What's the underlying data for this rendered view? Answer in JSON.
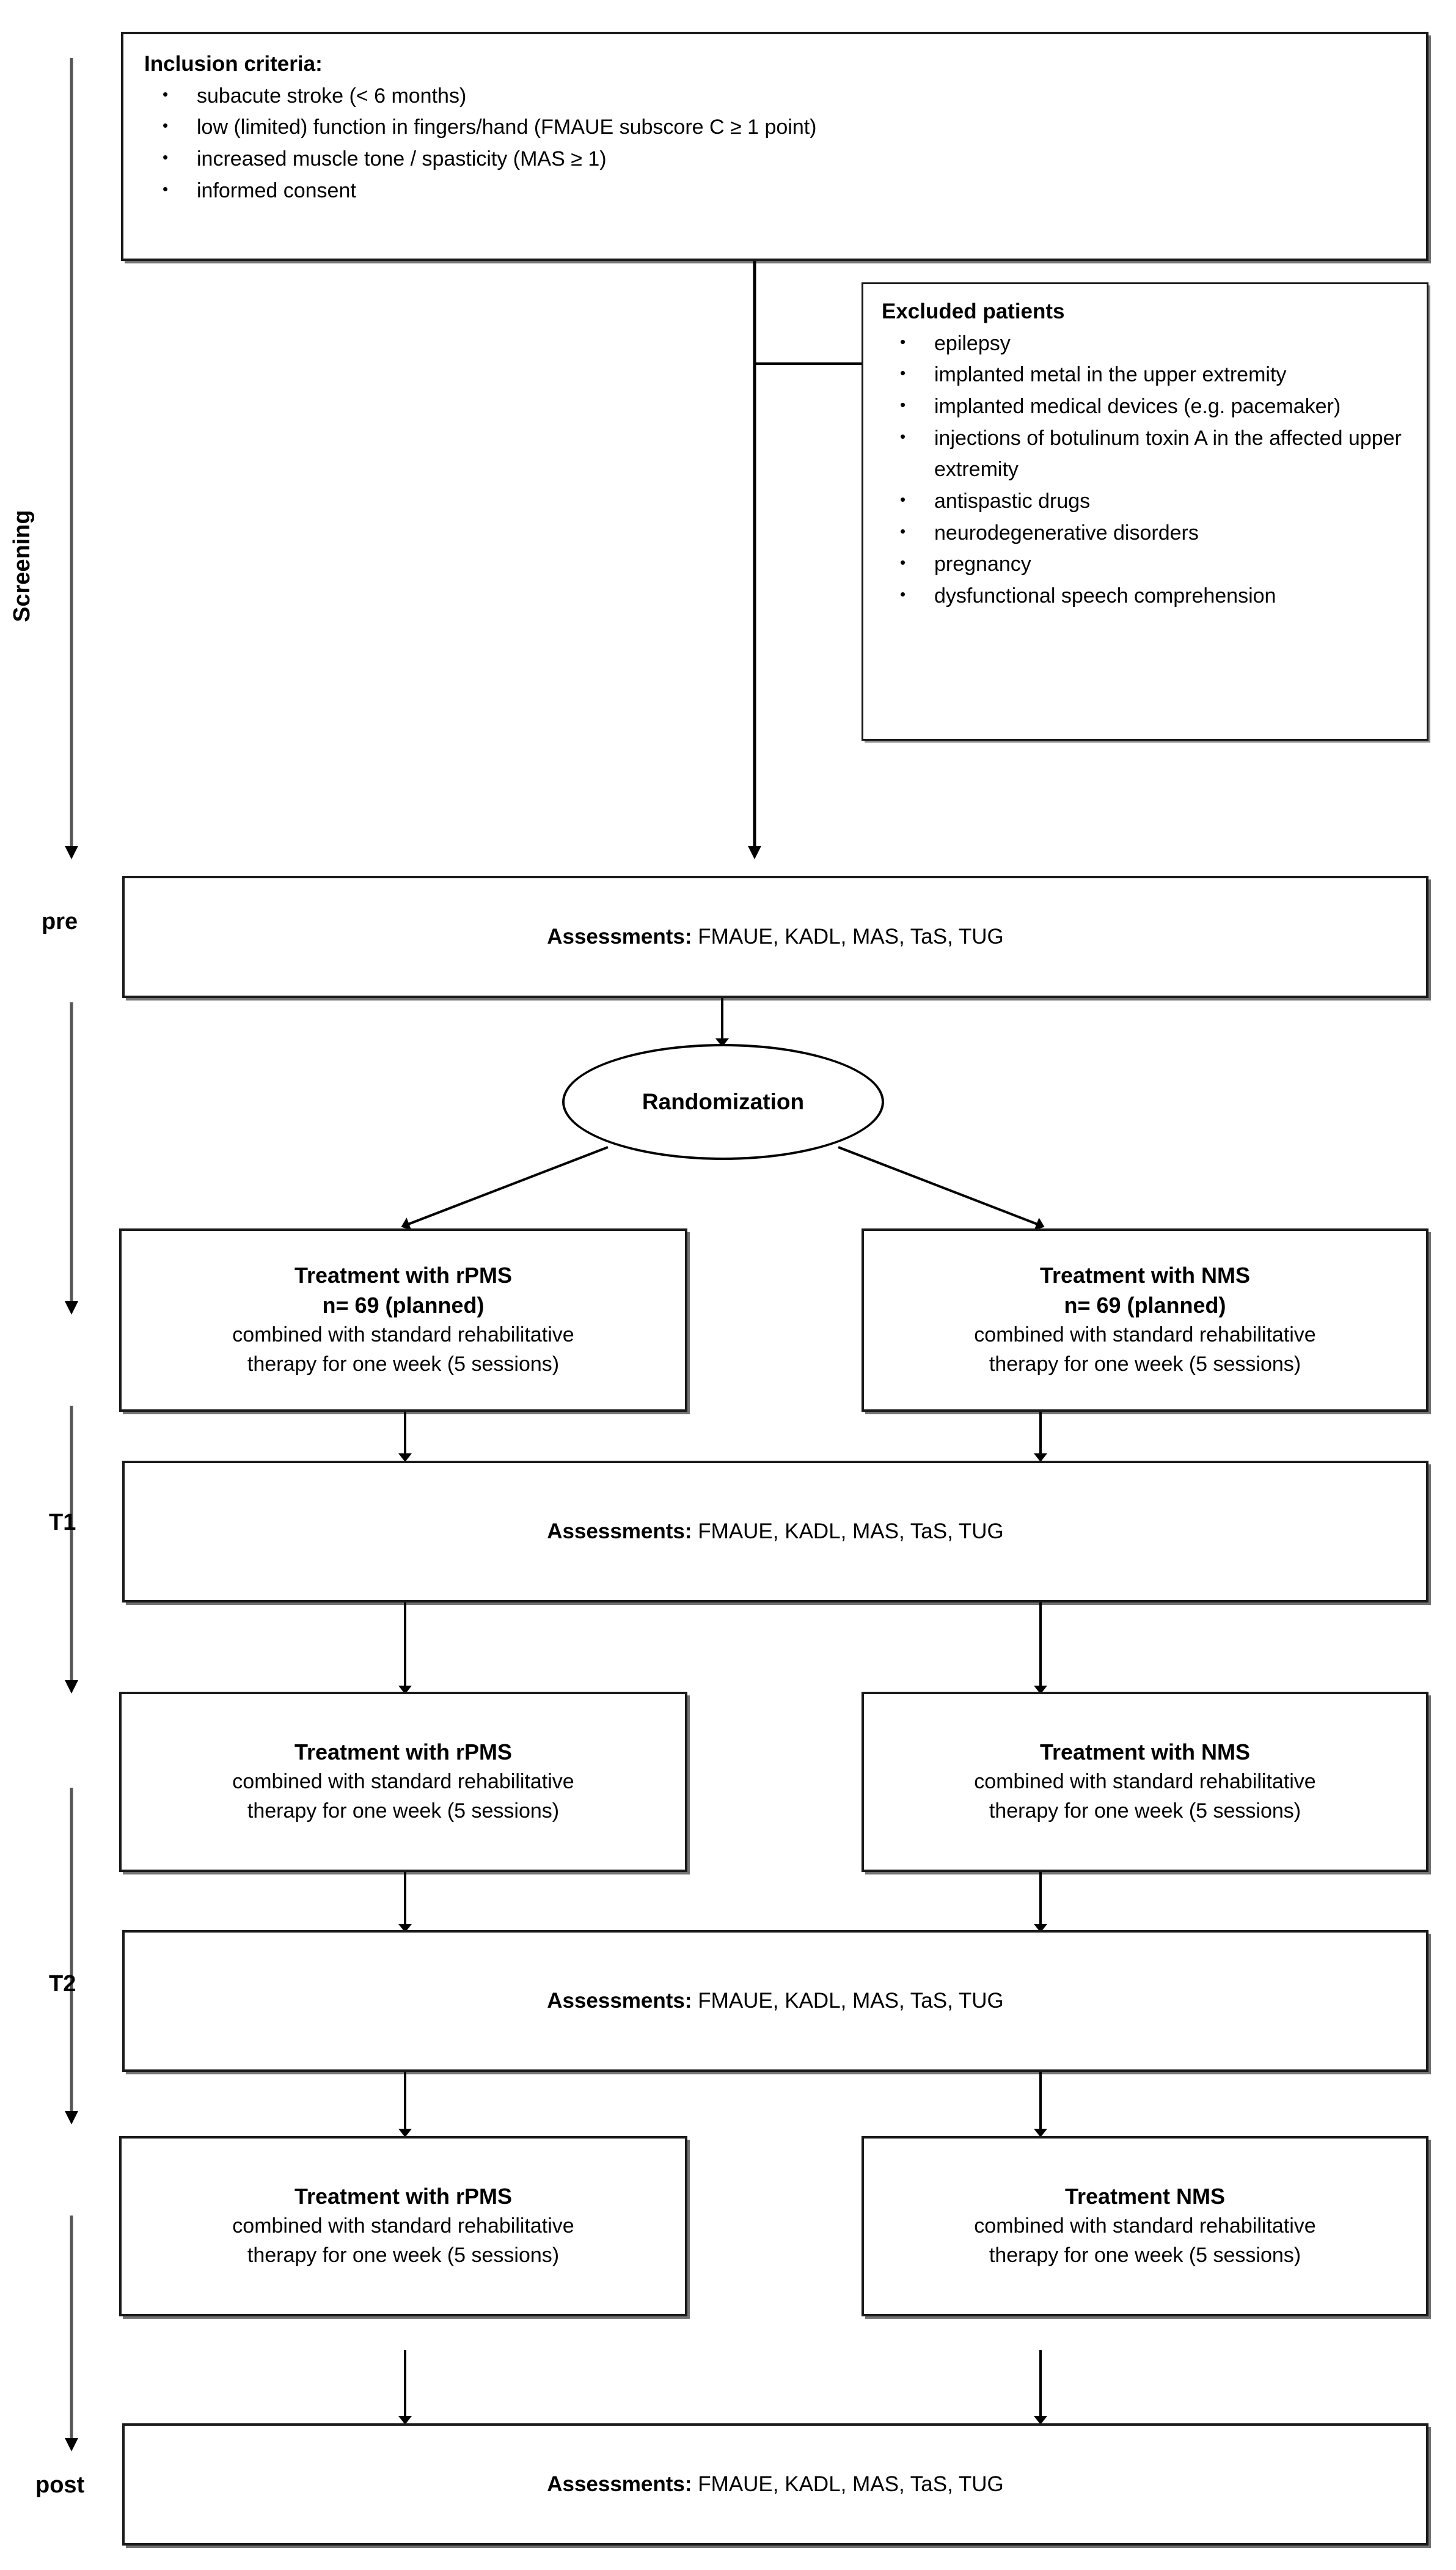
{
  "diagram": {
    "title_absent": true,
    "phases": [
      {
        "id": "screening",
        "label": "Screening",
        "orientation": "vertical"
      },
      {
        "id": "pre",
        "label": "pre",
        "orientation": "horizontal"
      },
      {
        "id": "t1",
        "label": "T1",
        "orientation": "horizontal"
      },
      {
        "id": "t2",
        "label": "T2",
        "orientation": "horizontal"
      },
      {
        "id": "post",
        "label": "post",
        "orientation": "horizontal"
      }
    ],
    "inclusion": {
      "heading": "Inclusion criteria:",
      "items": [
        "subacute stroke (< 6 months)",
        "low (limited) function in fingers/hand (FMAUE subscore C ≥ 1 point)",
        "increased muscle tone / spasticity (MAS ≥ 1)",
        "informed consent"
      ]
    },
    "excluded": {
      "heading": "Excluded patients",
      "items": [
        "epilepsy",
        "implanted metal in the upper extremity",
        "implanted medical devices (e.g. pacemaker)",
        "injections of botulinum toxin A in the affected upper extremity",
        "antispastic drugs",
        "neurodegenerative disorders",
        "pregnancy",
        "dysfunctional speech comprehension"
      ]
    },
    "randomization": {
      "label": "Randomization"
    },
    "assessments": {
      "prefix": "Assessments:",
      "list": "FMAUE, KADL, MAS, TaS, TUG",
      "occurrences": [
        "pre",
        "T1",
        "T2",
        "post"
      ]
    },
    "treatment_rows": [
      {
        "row": "after-randomization",
        "left": {
          "title": "Treatment with rPMS",
          "n": "n= 69 (planned)",
          "detail_line1": "combined with standard rehabilitative",
          "detail_line2": "therapy for one week (5 sessions)"
        },
        "right": {
          "title": "Treatment with NMS",
          "n": "n= 69 (planned)",
          "detail_line1": "combined with standard rehabilitative",
          "detail_line2": "therapy for one week (5 sessions)"
        }
      },
      {
        "row": "after-T1",
        "left": {
          "title": "Treatment with rPMS",
          "n": "",
          "detail_line1": "combined with standard rehabilitative",
          "detail_line2": "therapy for one week (5 sessions)"
        },
        "right": {
          "title": "Treatment with NMS",
          "n": "",
          "detail_line1": "combined with standard rehabilitative",
          "detail_line2": "therapy for one week (5 sessions)"
        }
      },
      {
        "row": "after-T2",
        "left": {
          "title": "Treatment with rPMS",
          "n": "",
          "detail_line1": "combined with standard rehabilitative",
          "detail_line2": "therapy for one week (5 sessions)"
        },
        "right": {
          "title": "Treatment NMS",
          "n": "",
          "detail_line1": "combined with standard rehabilitative",
          "detail_line2": "therapy for one week (5 sessions)"
        }
      }
    ],
    "colors": {
      "stroke": "#1a1a1a",
      "background": "#ffffff",
      "text": "#000000",
      "timeline_arrow": "#3a3a3a"
    }
  }
}
